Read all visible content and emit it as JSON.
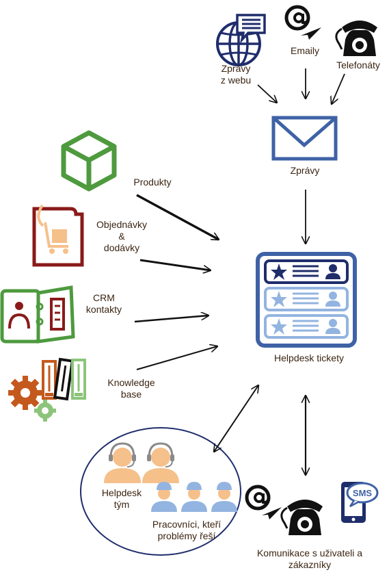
{
  "labels": {
    "web_messages_line1": "Zprávy",
    "web_messages_line2": "z webu",
    "emails": "Emaily",
    "calls": "Telefonáty",
    "messages": "Zprávy",
    "products": "Produkty",
    "orders_line1": "Objednávky",
    "orders_line2": "&",
    "orders_line3": "dodávky",
    "crm_line1": "CRM",
    "crm_line2": "kontakty",
    "kb_line1": "Knowledge",
    "kb_line2": "base",
    "tickets": "Helpdesk tickety",
    "team_line1": "Helpdesk",
    "team_line2": "tým",
    "workers_line1": "Pracovníci, kteří",
    "workers_line2": "problémy řeší",
    "comm_line1": "Komunikace s uživateli a",
    "comm_line2": "zákazníky"
  },
  "icons": {
    "web": "globe-chat-icon",
    "email": "at-sign-icon",
    "phone": "telephone-icon",
    "envelope": "envelope-icon",
    "product": "cube-icon",
    "orders": "document-cart-icon",
    "crm": "address-book-icon",
    "kb": "binders-gears-icon",
    "tickets": "ticket-board-icon",
    "team": "headset-agents-icon",
    "workers": "hard-hat-workers-icon",
    "sms": "sms-phone-icon"
  },
  "colors": {
    "navy": "#1f2d6b",
    "blue": "#3f62a6",
    "light_blue": "#93b4e0",
    "green": "#4e9a3e",
    "dark_red": "#8a1a1a",
    "orange": "#c4591e",
    "peach": "#f6c08b",
    "text": "#3b2412"
  }
}
